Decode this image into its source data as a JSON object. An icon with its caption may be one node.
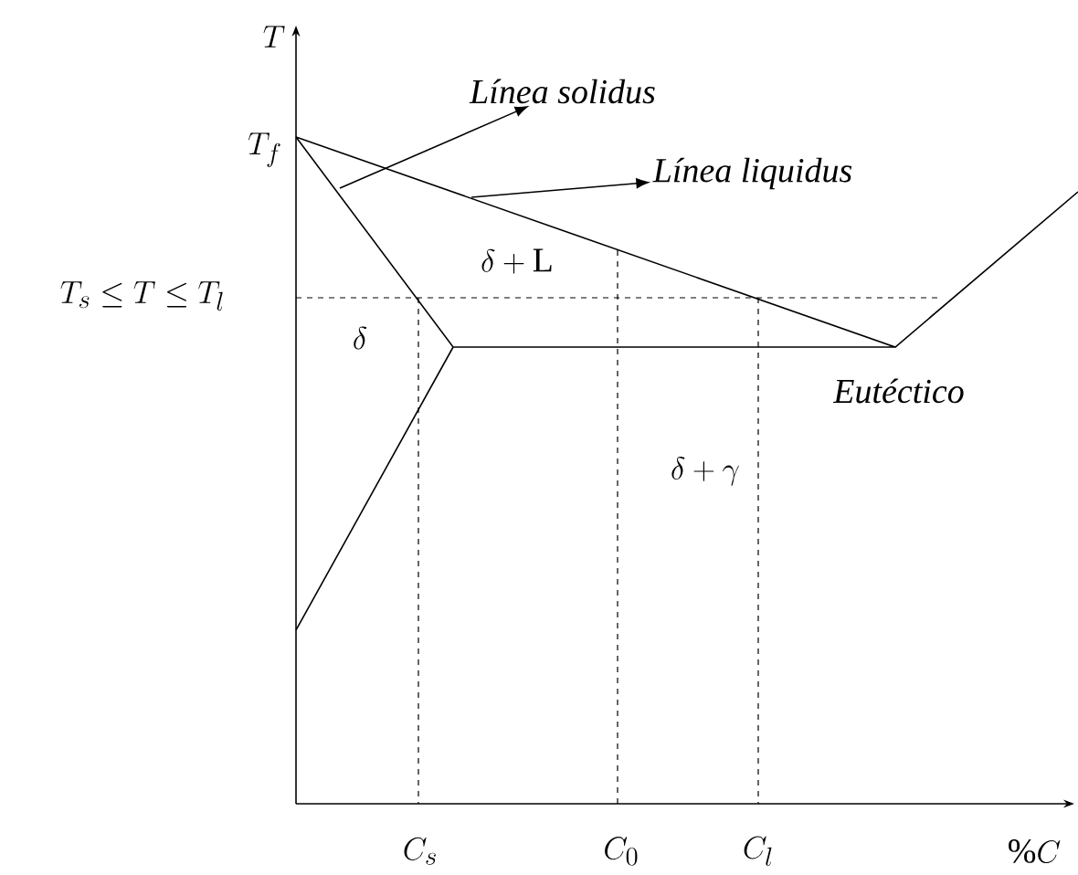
{
  "diagram": {
    "nodes": [
      {
        "text": [
          "Línea solidus"
        ]
      },
      {
        "text": [
          "Línea liquidus"
        ]
      }
    ],
    "edges": [
      {
        "from": null,
        "to": 0,
        "arrow": "to"
      },
      {
        "from": null,
        "to": 1,
        "arrow": "to"
      }
    ],
    "labels": [
      "T",
      "T_f",
      "T_s \\leq T \\leq T_l",
      "\\delta+\\mathrm{L}",
      "\\delta",
      "Eutéctico",
      "\\delta+\\gamma",
      "C_s",
      "C_0",
      "C_l",
      "\\%C"
    ]
  }
}
